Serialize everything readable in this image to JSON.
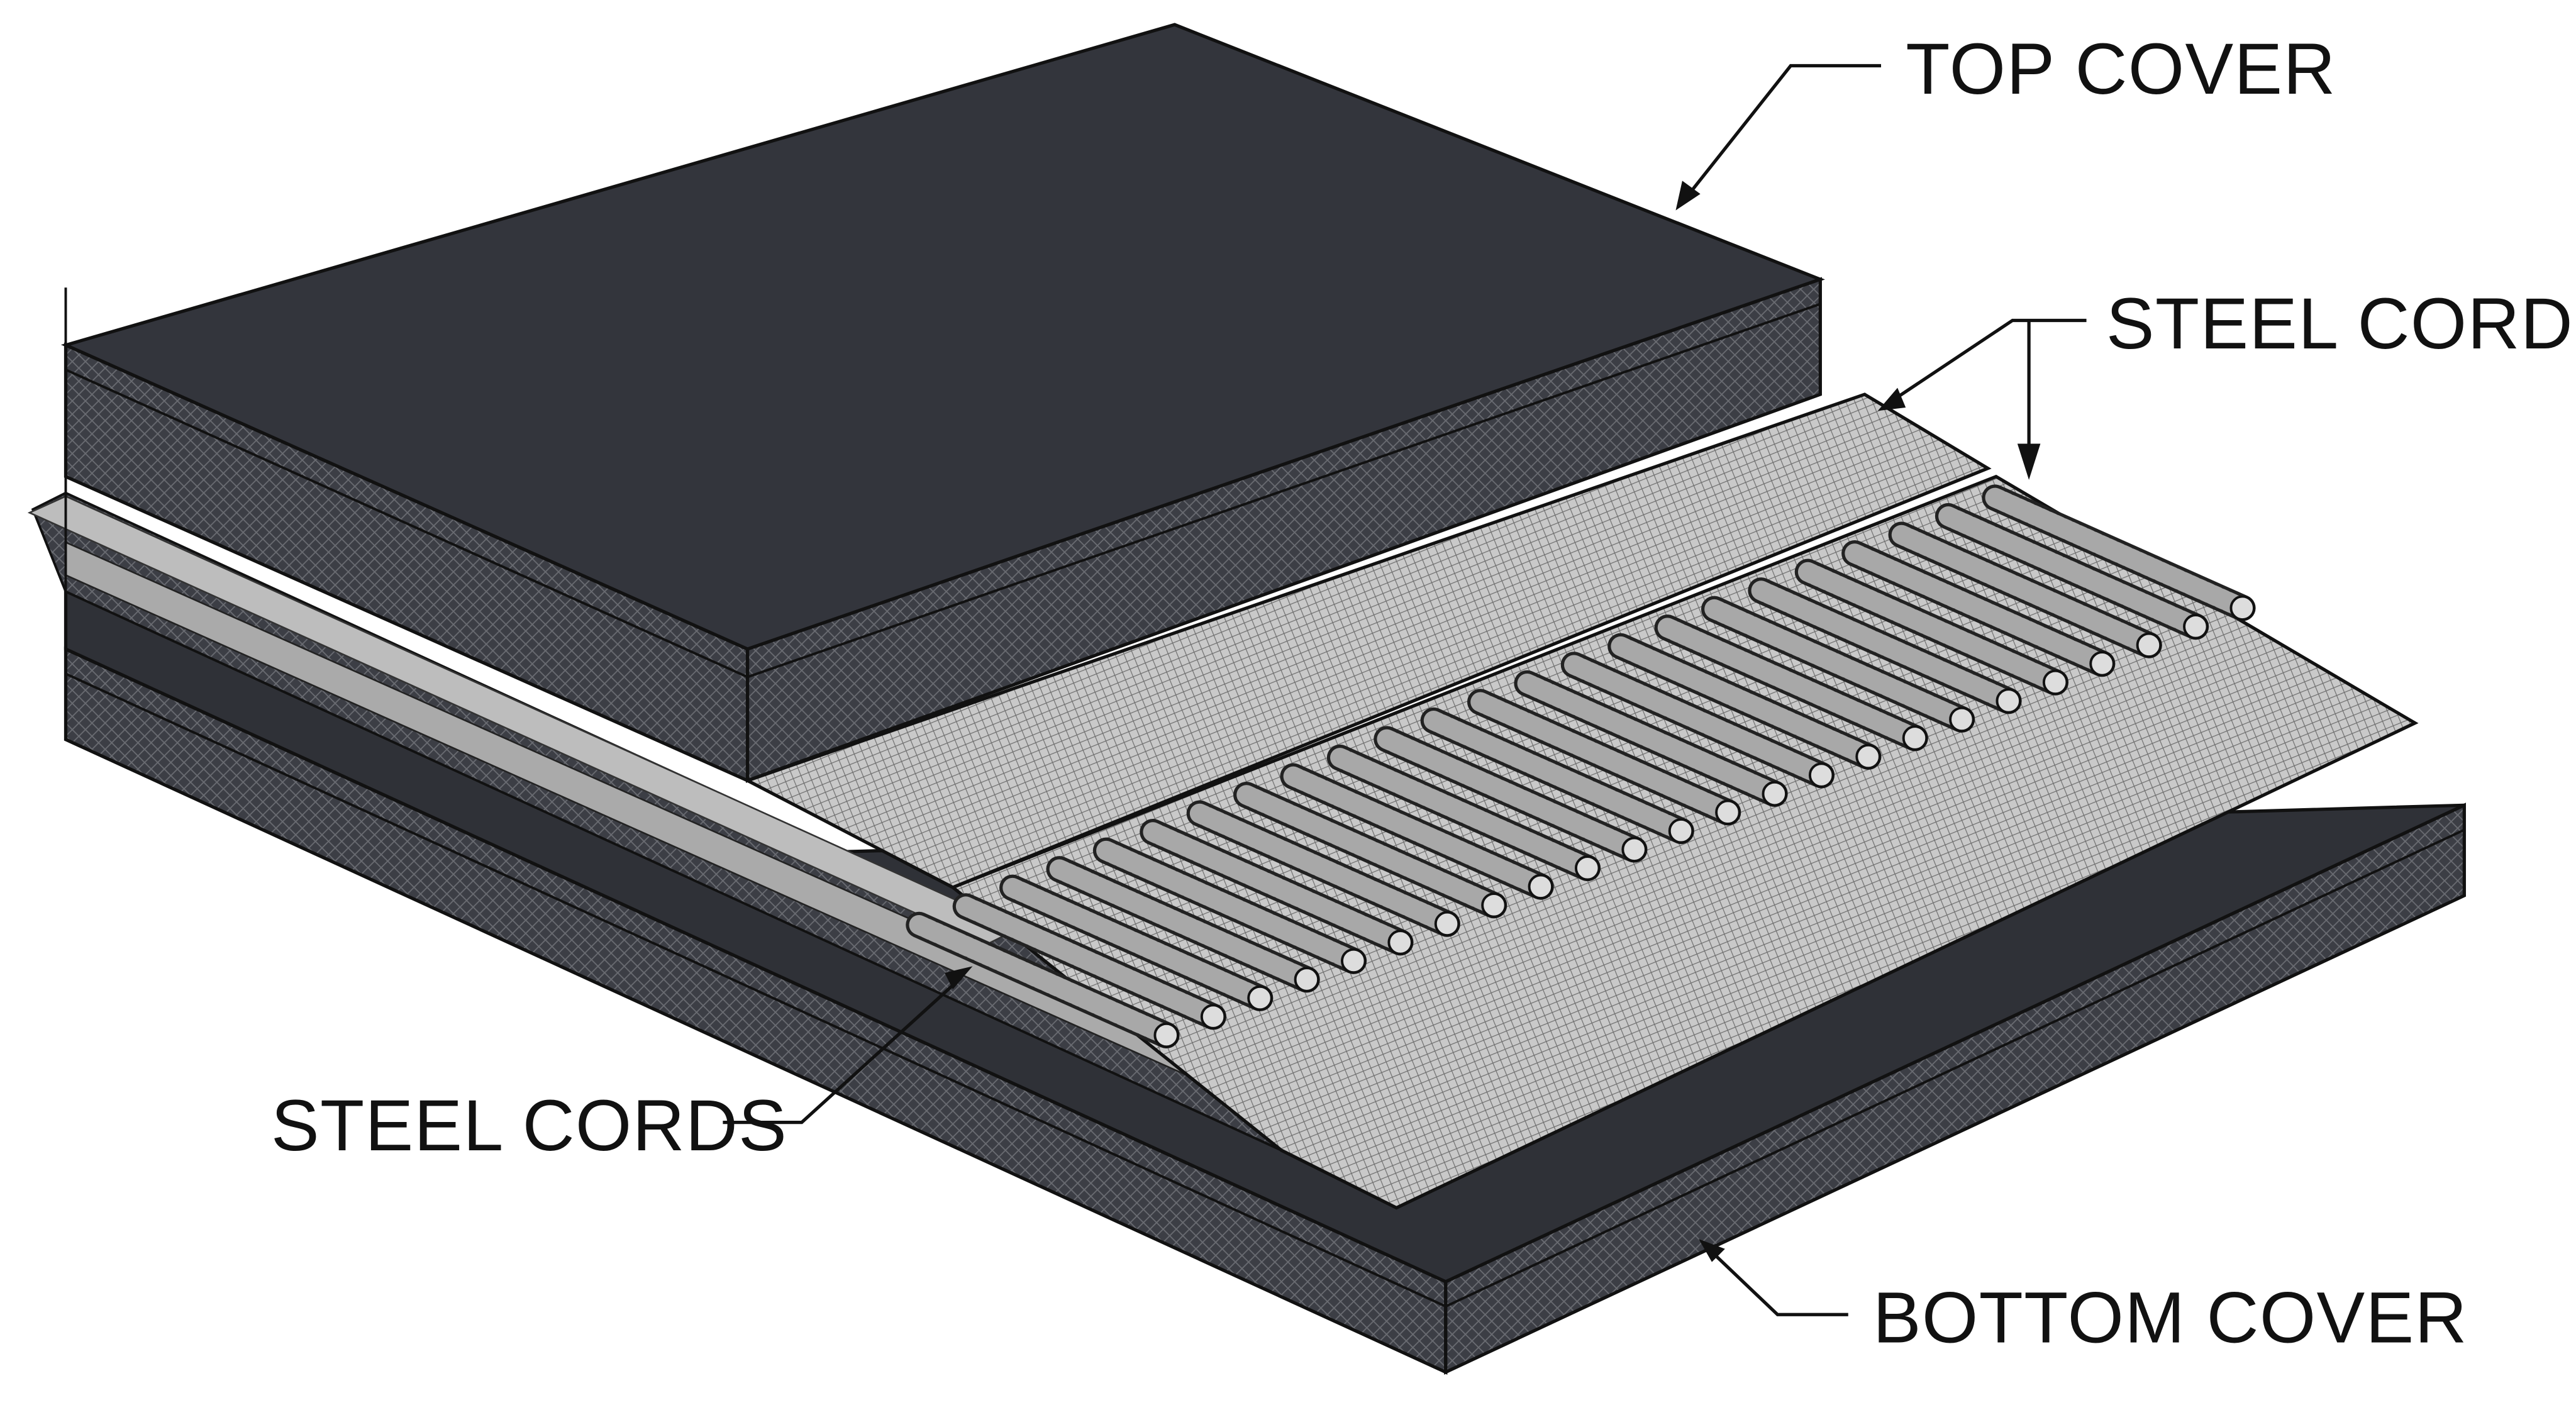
{
  "title": "Steel cord conveyor belt construction",
  "labels": {
    "top_cover": "TOP COVER",
    "steel_cords_top": "STEEL CORDS",
    "steel_cords_left": "STEEL CORDS",
    "bottom_cover": "BOTTOM COVER"
  },
  "colors": {
    "rubber_top": "#33353c",
    "rubber_side": "#3c3e45",
    "mesh": "#b9b9b9",
    "cord": "#a8a8a8",
    "ink": "#111111"
  },
  "cord_count": 24
}
